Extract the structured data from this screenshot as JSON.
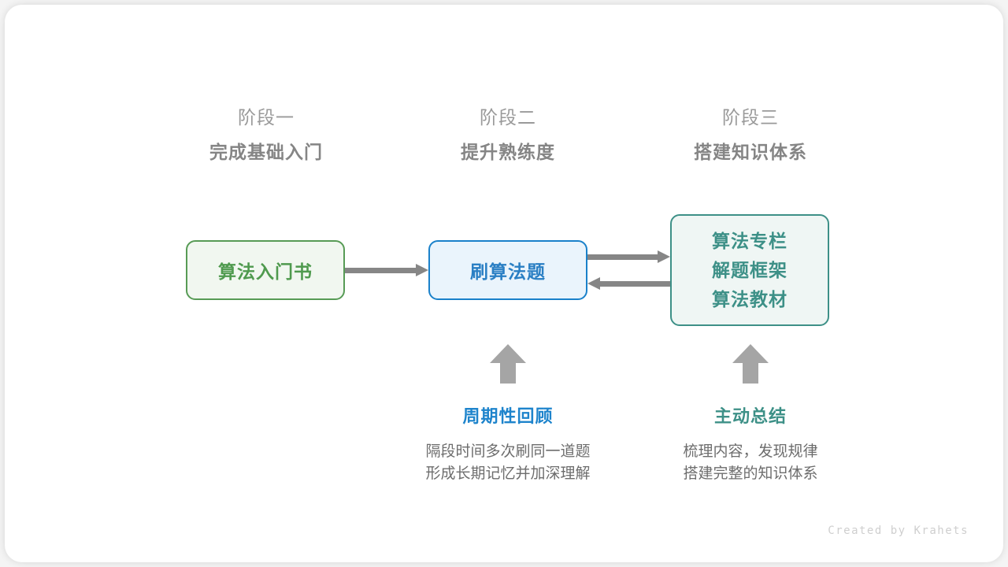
{
  "diagram": {
    "stages": [
      {
        "number": "阶段一",
        "title": "完成基础入门"
      },
      {
        "number": "阶段二",
        "title": "提升熟练度"
      },
      {
        "number": "阶段三",
        "title": "搭建知识体系"
      }
    ],
    "nodes": {
      "book": {
        "label": "算法入门书",
        "color": "#4f9a4e",
        "border": "#579b55",
        "fill": "#f1f7f0"
      },
      "practice": {
        "label": "刷算法题",
        "color": "#2a7fc4",
        "border": "#1a81ca",
        "fill": "#eaf4fc"
      },
      "resources": {
        "lines": [
          "算法专栏",
          "解题框架",
          "算法教材"
        ],
        "color": "#3d9087",
        "border": "#3d9087",
        "fill": "#eff6f4"
      }
    },
    "arrows": {
      "book_to_practice": "arrow-right",
      "practice_to_resources": "arrow-right",
      "resources_to_practice": "arrow-left",
      "review_up": "arrow-up",
      "summary_up": "arrow-up",
      "color": "#868686",
      "up_color": "#a5a5a5"
    },
    "annotations": [
      {
        "title": "周期性回顾",
        "color": "#1e84cc",
        "desc_line_1": "隔段时间多次刷同一道题",
        "desc_line_2": "形成长期记忆并加深理解"
      },
      {
        "title": "主动总结",
        "color": "#3d9087",
        "desc_line_1": "梳理内容，发现规律",
        "desc_line_2": "搭建完整的知识体系"
      }
    ],
    "credit": "Created by Krahets"
  }
}
